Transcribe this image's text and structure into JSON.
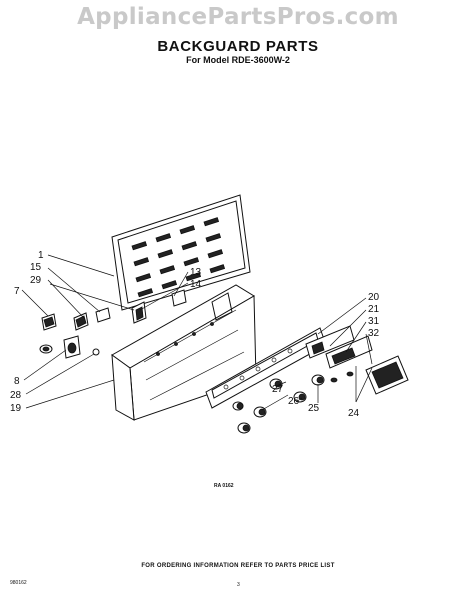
{
  "watermark": "AppliancePartsPros.com",
  "title": "BACKGUARD PARTS",
  "subtitle": "For Model RDE-3600W-2",
  "callouts": {
    "c1": "1",
    "c15": "15",
    "c29": "29",
    "c7": "7",
    "c13": "13",
    "c14": "14",
    "c8": "8",
    "c28": "28",
    "c19": "19",
    "c20": "20",
    "c21": "21",
    "c31": "31",
    "c32": "32",
    "c27": "27",
    "c26": "26",
    "c25": "25",
    "c24": "24"
  },
  "figure_code": "RA 0162",
  "footer_note": "FOR ORDERING INFORMATION REFER TO PARTS PRICE LIST",
  "doc_number": "980162",
  "page_number": "3"
}
